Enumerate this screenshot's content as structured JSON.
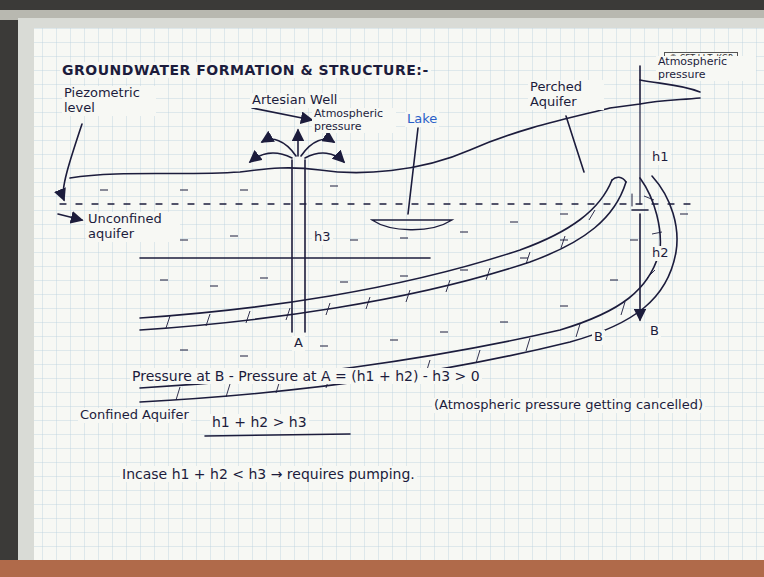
{
  "diagram": {
    "title": "GROUNDWATER FORMATION & STRUCTURE:-",
    "nodes": [
      {
        "text": [
          "© CET I.I.T. KGP"
        ]
      }
    ],
    "labels": [
      "Piezometric level",
      "Artesian Well",
      "Atmospheric pressure",
      "Perched Aquifer",
      "Atmospheric pressure",
      "Lake",
      "h1",
      "h2",
      "h3",
      "Unconfined aquifer",
      "Confined Aquifer",
      "A",
      "B",
      "B",
      "Pressure at B - Pressure at A = (h1 + h2) - h3 > 0",
      "(Atmospheric pressure getting cancelled)",
      "h1 + h2 > h3",
      "Incase h1 + h2 < h3 → requires pumping."
    ]
  }
}
